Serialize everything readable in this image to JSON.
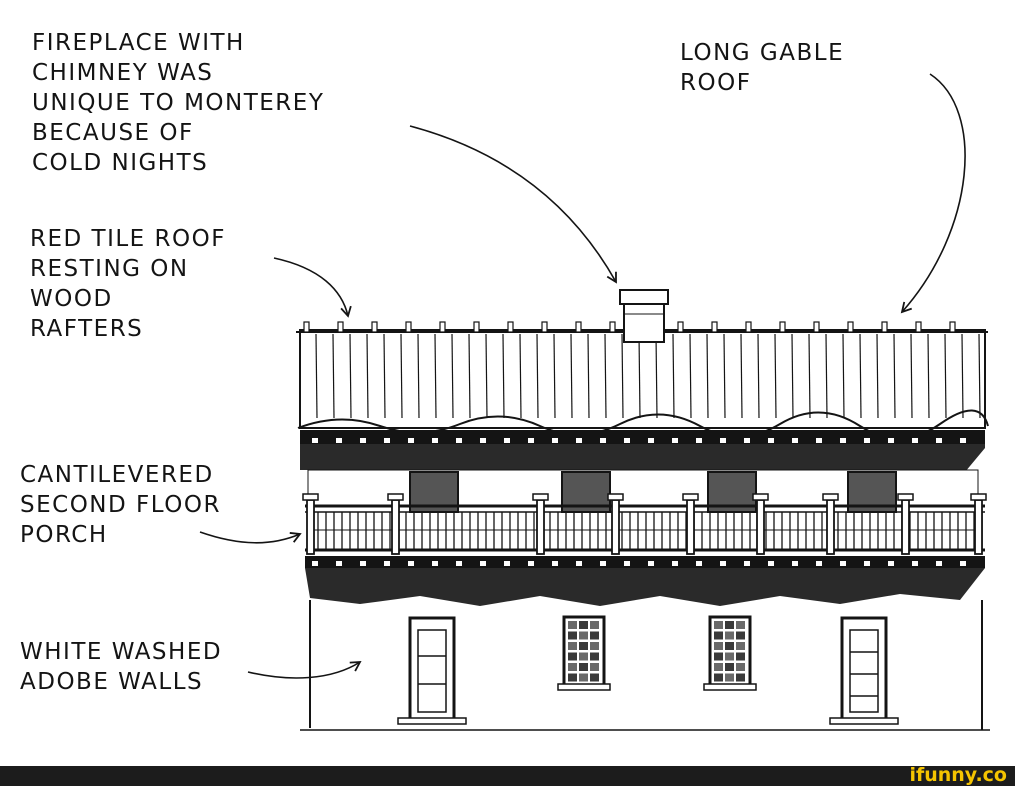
{
  "annotations": {
    "fireplace": [
      "FIREPLACE WITH",
      "CHIMNEY WAS",
      "UNIQUE TO MONTEREY",
      "BECAUSE OF",
      "COLD NIGHTS"
    ],
    "gable": [
      "LONG GABLE",
      "ROOF"
    ],
    "tile": [
      "RED TILE ROOF",
      "RESTING ON",
      "WOOD",
      "RAFTERS"
    ],
    "porch": [
      "CANTILEVERED",
      "SECOND FLOOR",
      "PORCH"
    ],
    "adobe": [
      "WHITE WASHED",
      "ADOBE WALLS"
    ]
  },
  "watermark": "ifunny.co",
  "colors": {
    "ink": "#141414",
    "paper": "#ffffff",
    "footer": "#1c1c1c",
    "watermark": "#f5c400"
  }
}
